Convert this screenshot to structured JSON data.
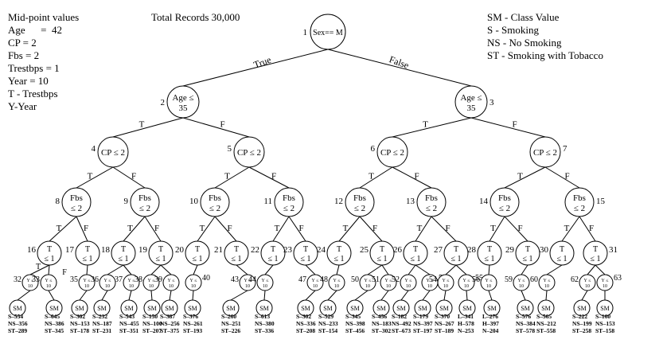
{
  "midpoint": {
    "title": "Mid-point values",
    "lines": [
      "Age      =  42",
      "CP = 2",
      "Fbs  = 2",
      "Trestbps  = 1",
      "Year  = 10",
      "T - Trestbps",
      "Y-Year"
    ]
  },
  "total_records": "Total Records 30,000",
  "class_legend": [
    "SM - Class Value",
    "S - Smoking",
    "NS - No Smoking",
    "ST - Smoking with Tobacco"
  ],
  "root": {
    "num": "1",
    "label": "Sex== M"
  },
  "edges": {
    "true": "True",
    "false": "False",
    "T": "T",
    "F": "F"
  },
  "age_nodes": [
    {
      "num": "2",
      "l1": "Age ≤",
      "l2": "35"
    },
    {
      "num": "3",
      "l1": "Age ≤",
      "l2": "35"
    }
  ],
  "cp_nodes": [
    {
      "num": "4",
      "label": "CP ≤ 2"
    },
    {
      "num": "5",
      "label": "CP ≤ 2"
    },
    {
      "num": "6",
      "label": "CP ≤ 2"
    },
    {
      "num": "7",
      "label": "CP ≤ 2"
    }
  ],
  "fbs_nodes": [
    {
      "num": "8",
      "l1": "Fbs",
      "l2": "≤ 2"
    },
    {
      "num": "9",
      "l1": "Fbs",
      "l2": "≤ 2"
    },
    {
      "num": "10",
      "l1": "Fbs",
      "l2": "≤ 2"
    },
    {
      "num": "11",
      "l1": "Fbs",
      "l2": "≤ 2"
    },
    {
      "num": "12",
      "l1": "Fbs",
      "l2": "≤ 2"
    },
    {
      "num": "13",
      "l1": "Fbs",
      "l2": "≤ 2"
    },
    {
      "num": "14",
      "l1": "Fbs",
      "l2": "≤ 2"
    },
    {
      "num": "15",
      "l1": "Fbs",
      "l2": "≤ 2"
    }
  ],
  "t_nodes": [
    {
      "num": "16",
      "l1": "T",
      "l2": "≤ 1"
    },
    {
      "num": "17",
      "l1": "T",
      "l2": "≤ 1"
    },
    {
      "num": "18",
      "l1": "T",
      "l2": "≤ 1"
    },
    {
      "num": "19",
      "l1": "T",
      "l2": "≤ 1"
    },
    {
      "num": "20",
      "l1": "T",
      "l2": "≤ 1"
    },
    {
      "num": "21",
      "l1": "T",
      "l2": "≤ 1"
    },
    {
      "num": "22",
      "l1": "T",
      "l2": "≤ 1"
    },
    {
      "num": "23",
      "l1": "T",
      "l2": "≤ 1"
    },
    {
      "num": "24",
      "l1": "T",
      "l2": "≤ 1"
    },
    {
      "num": "25",
      "l1": "T",
      "l2": "≤ 1"
    },
    {
      "num": "26",
      "l1": "T",
      "l2": "≤ 1"
    },
    {
      "num": "27",
      "l1": "T",
      "l2": "≤ 1"
    },
    {
      "num": "28",
      "l1": "T",
      "l2": "≤ 1"
    },
    {
      "num": "29",
      "l1": "T",
      "l2": "≤ 1"
    },
    {
      "num": "30",
      "l1": "T",
      "l2": "≤ 1"
    },
    {
      "num": "31",
      "l1": "T",
      "l2": "≤ 1"
    }
  ],
  "y_nodes": [
    {
      "num": "32",
      "l1": "Y ≤",
      "l2": "10"
    },
    {
      "num": "33",
      "l1": "Y ≤",
      "l2": "10"
    },
    {
      "num": "35",
      "l1": "Y ≤",
      "l2": "10"
    },
    {
      "num": "36",
      "l1": "Y ≤",
      "l2": "10"
    },
    {
      "num": "37",
      "l1": "Y ≤",
      "l2": "10"
    },
    {
      "num": "38",
      "l1": "Y ≤",
      "l2": "10"
    },
    {
      "num": "39",
      "l1": "Y ≤",
      "l2": "10"
    },
    {
      "num": "40",
      "l1": "Y ≤",
      "l2": "10"
    },
    {
      "num": "43",
      "l1": "Y ≤",
      "l2": "10"
    },
    {
      "num": "44",
      "l1": "Y ≤",
      "l2": "10"
    },
    {
      "num": "47",
      "l1": "Y ≤",
      "l2": "10"
    },
    {
      "num": "48",
      "l1": "Y ≤",
      "l2": "10"
    },
    {
      "num": "50",
      "l1": "Y ≤",
      "l2": "10"
    },
    {
      "num": "51",
      "l1": "Y ≤",
      "l2": "10"
    },
    {
      "num": "52",
      "l1": "Y ≤",
      "l2": "10"
    },
    {
      "num": "53",
      "l1": "Y ≤",
      "l2": "10"
    },
    {
      "num": "54",
      "l1": "Y ≤",
      "l2": "10"
    },
    {
      "num": "55",
      "l1": "Y ≤",
      "l2": "10"
    },
    {
      "num": "56",
      "l1": "Y ≤",
      "l2": "10"
    },
    {
      "num": "59",
      "l1": "Y ≤",
      "l2": "10"
    },
    {
      "num": "60",
      "l1": "Y ≤",
      "l2": "10"
    },
    {
      "num": "62",
      "l1": "Y ≤",
      "l2": "10"
    },
    {
      "num": "63",
      "l1": "Y ≤",
      "l2": "10"
    }
  ],
  "leaves": [
    {
      "label": "SM",
      "lines": [
        "S–554",
        "NS–356",
        "ST–289"
      ]
    },
    {
      "label": "SM",
      "lines": [
        "S–645",
        "NS–386",
        "ST–345"
      ]
    },
    {
      "label": "SM",
      "lines": [
        "S–302",
        "NS–153",
        "ST–178"
      ]
    },
    {
      "label": "SM",
      "lines": [
        "S–232",
        "NS–187",
        "ST–231"
      ]
    },
    {
      "label": "SM",
      "lines": [
        "S–543",
        "NS–455",
        "ST–351"
      ]
    },
    {
      "label": "SM",
      "lines": [
        "S–150",
        "NS–100",
        "ST–207"
      ]
    },
    {
      "label": "SM",
      "lines": [
        "S–387",
        "NS–256",
        "ST–375"
      ]
    },
    {
      "label": "SM",
      "lines": [
        "S–376",
        "NS–261",
        "ST–193"
      ]
    },
    {
      "label": "SM",
      "lines": [
        "S–260",
        "NS–251",
        "ST–226"
      ]
    },
    {
      "label": "SM",
      "lines": [
        "S–613",
        "NS–380",
        "ST–336"
      ]
    },
    {
      "label": "SM",
      "lines": [
        "S–302",
        "NS–336",
        "ST–208"
      ]
    },
    {
      "label": "SM",
      "lines": [
        "S–529",
        "NS–233",
        "ST–154"
      ]
    },
    {
      "label": "SM",
      "lines": [
        "S–345",
        "NS–398",
        "ST–456"
      ]
    },
    {
      "label": "SM",
      "lines": [
        "S–456",
        "NS–183",
        "ST–302"
      ]
    },
    {
      "label": "SM",
      "lines": [
        "S–182",
        "NS–492",
        "ST–673"
      ]
    },
    {
      "label": "SM",
      "lines": [
        "S–179",
        "NS–397",
        "ST–197"
      ]
    },
    {
      "label": "SM",
      "lines": [
        "S–370",
        "NS–267",
        "ST–189"
      ]
    },
    {
      "label": "SM",
      "lines": [
        "L–341",
        "H–578",
        "N–253"
      ]
    },
    {
      "label": "SM",
      "lines": [
        "L–276",
        "H–397",
        "N–204"
      ]
    },
    {
      "label": "SM",
      "lines": [
        "S–576",
        "NS–384",
        "ST–578"
      ]
    },
    {
      "label": "SM",
      "lines": [
        "S–565",
        "NS–212",
        "ST–558"
      ]
    },
    {
      "label": "SM",
      "lines": [
        "S–222",
        "NS–199",
        "ST–258"
      ]
    },
    {
      "label": "SM",
      "lines": [
        "S–160",
        "NS–153",
        "ST–158"
      ]
    }
  ]
}
